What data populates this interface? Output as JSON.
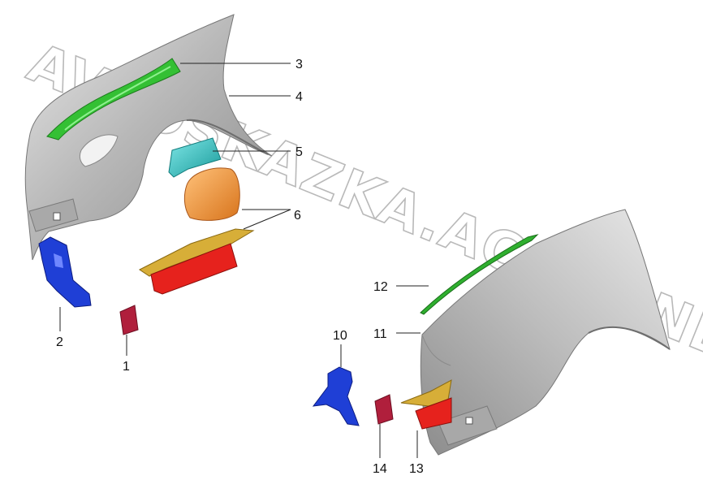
{
  "diagram": {
    "watermark": "AVTOSKAZKA.ACAT.ONLINE",
    "callouts": {
      "c1": "1",
      "c2": "2",
      "c3": "3",
      "c4": "4",
      "c5": "5",
      "c6": "6",
      "c10": "10",
      "c11": "11",
      "c12": "12",
      "c13": "13",
      "c14": "14"
    },
    "colors": {
      "panel": "#bdbdbd",
      "panel_dark": "#8e8e8e",
      "panel_light": "#e4e4e4",
      "green": "#36c436",
      "blue": "#1f3fd6",
      "cyan": "#2bc1c1",
      "orange": "#f09a3c",
      "yellow": "#d9b23a",
      "red": "#e8231f",
      "crimson": "#b01f3c"
    }
  }
}
